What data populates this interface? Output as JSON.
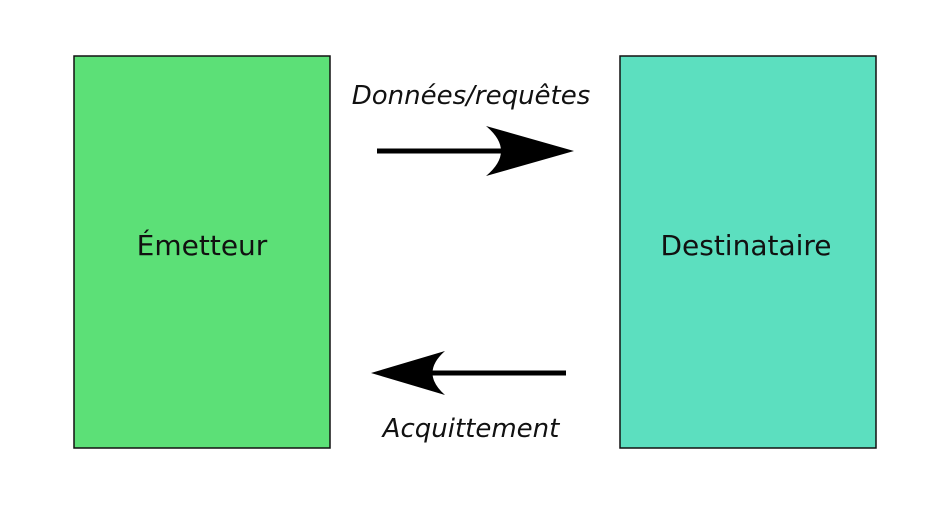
{
  "diagram": {
    "sender": {
      "label": "Émetteur",
      "color": "#5ce077"
    },
    "receiver": {
      "label": "Destinataire",
      "color": "#5cdfbf"
    },
    "forward_arrow": {
      "label": "Données/requêtes",
      "direction": "right"
    },
    "backward_arrow": {
      "label": "Acquittement",
      "direction": "left"
    },
    "colors": {
      "stroke": "#111111",
      "background": "#ffffff"
    }
  }
}
